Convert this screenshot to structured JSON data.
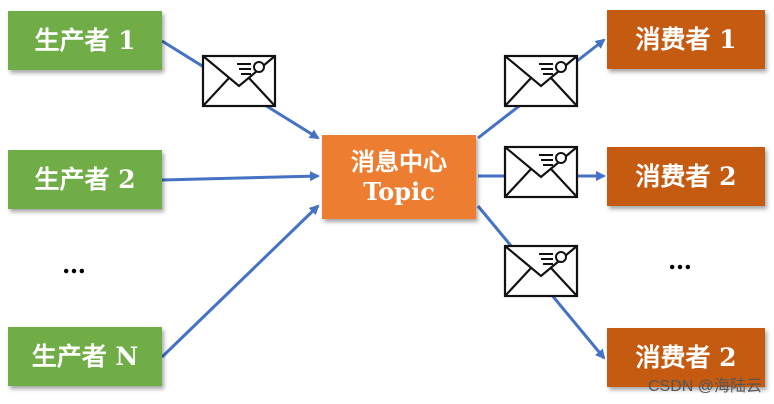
{
  "producers": [
    "生产者 1",
    "生产者 2",
    "生产者 N"
  ],
  "producer_ellipsis": "…",
  "center": {
    "line1": "消息中心",
    "line2": "Topic"
  },
  "consumers": [
    "消费者 1",
    "消费者 2",
    "消费者 2"
  ],
  "consumer_ellipsis": "…",
  "watermark": "CSDN @海陆云",
  "colors": {
    "producer": "#70ad47",
    "center": "#ed7d31",
    "consumer": "#c55a11",
    "arrow": "#4472c4"
  },
  "icons": [
    "envelope-icon"
  ]
}
